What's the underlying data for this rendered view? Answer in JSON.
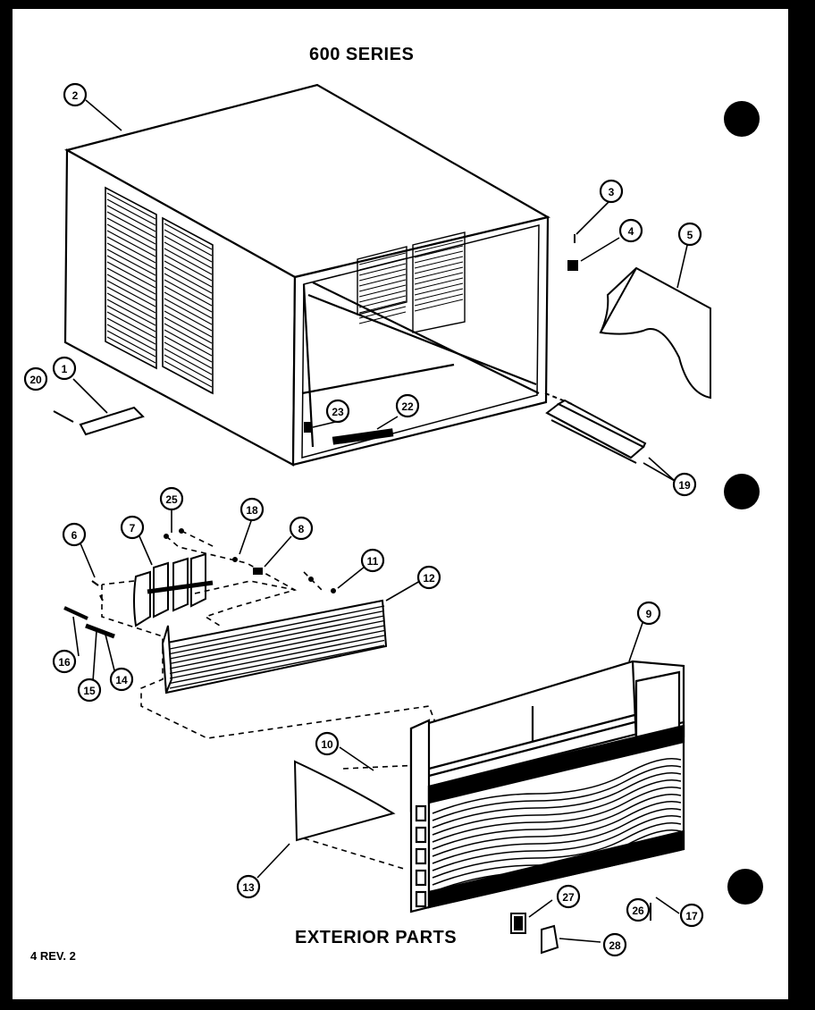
{
  "title": "600 SERIES",
  "caption": "EXTERIOR PARTS",
  "page_number": "4 REV. 2",
  "callouts": [
    "2",
    "3",
    "4",
    "5",
    "20",
    "1",
    "23",
    "22",
    "19",
    "25",
    "18",
    "8",
    "6",
    "7",
    "11",
    "12",
    "16",
    "15",
    "14",
    "9",
    "10",
    "13",
    "27",
    "26",
    "17",
    "28"
  ],
  "punch_holes": 3
}
